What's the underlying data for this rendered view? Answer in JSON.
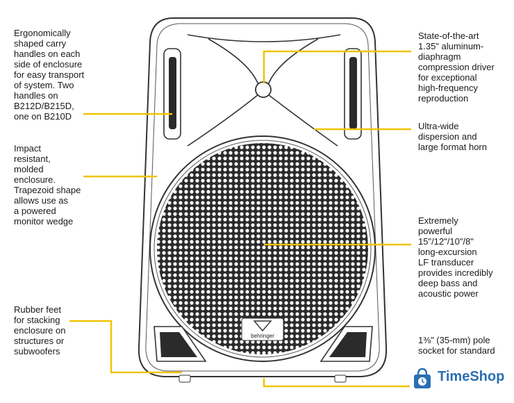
{
  "callouts": {
    "handles": "Ergonomically\nshaped carry\nhandles on each\nside of enclosure\nfor easy transport\nof system. Two\nhandles on\nB212D/B215D,\none on B210D",
    "enclosure": "Impact\nresistant,\nmolded\nenclosure.\nTrapezoid shape\nallows use as\na powered\nmonitor wedge",
    "feet": "Rubber feet\nfor stacking\nenclosure on\nstructures or\nsubwoofers",
    "driver": "State-of-the-art\n1.35\" aluminum-\ndiaphragm\ncompression driver\nfor exceptional\nhigh-frequency\nreproduction",
    "horn": "Ultra-wide\ndispersion and\nlarge format horn",
    "transducer": "Extremely\npowerful\n15\"/12\"/10\"/8\"\nlong-excursion\nLF transducer\nprovides incredibly\ndeep bass and\nacoustic power",
    "pole": "1⅜\" (35-mm) pole\nsocket for standard"
  },
  "brand": {
    "speaker_logo": "behringer",
    "watermark": "TimeShop"
  },
  "colors": {
    "leader": "#f2c200",
    "outline": "#333333",
    "brand": "#2a6fb4"
  }
}
